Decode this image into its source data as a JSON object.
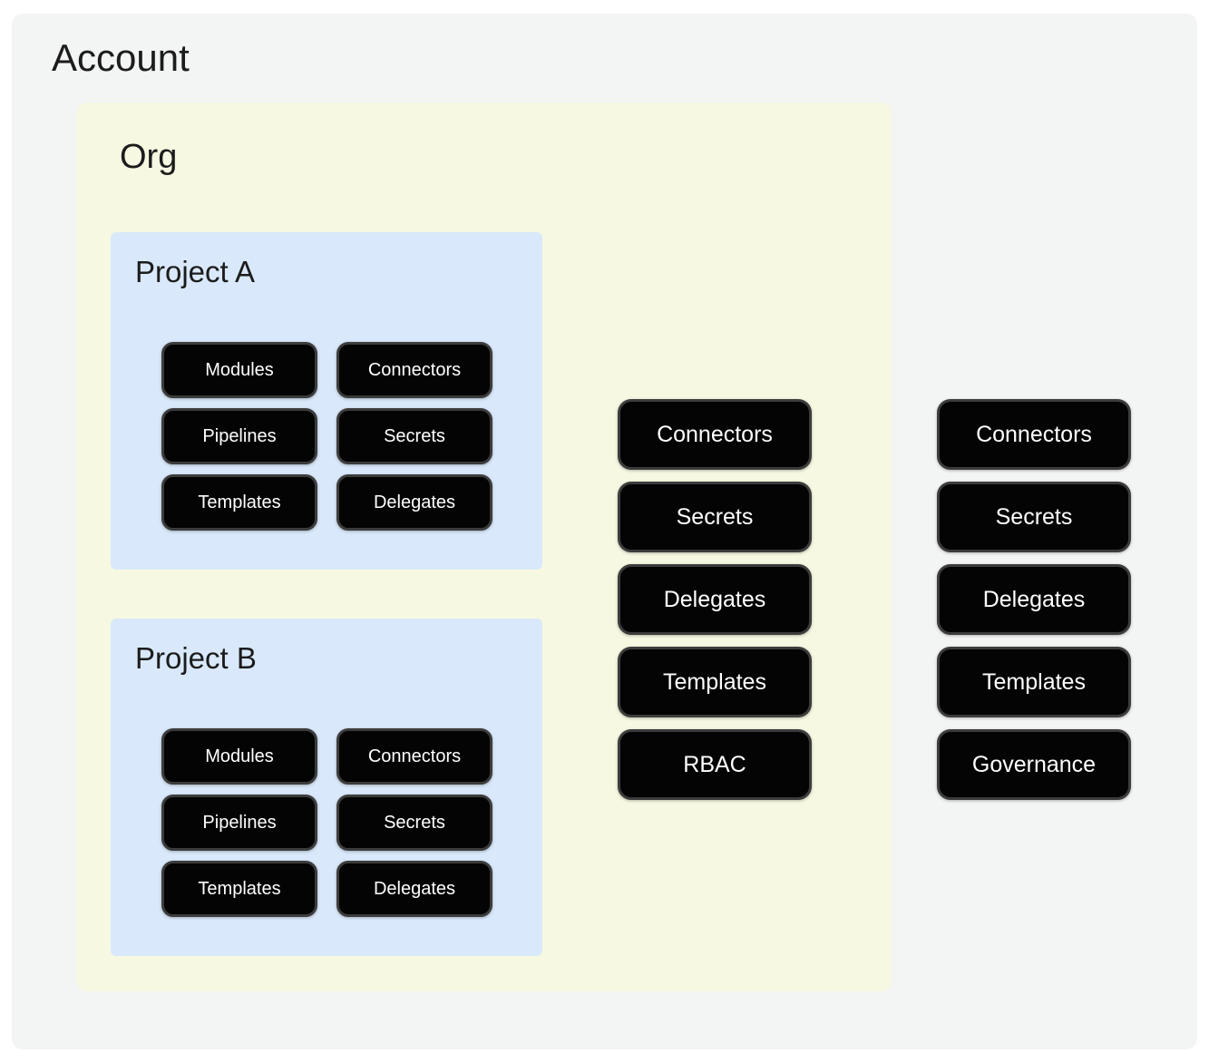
{
  "account": {
    "title": "Account",
    "pills": [
      "Connectors",
      "Secrets",
      "Delegates",
      "Templates",
      "Governance"
    ]
  },
  "org": {
    "title": "Org",
    "pills": [
      "Connectors",
      "Secrets",
      "Delegates",
      "Templates",
      "RBAC"
    ]
  },
  "projects": [
    {
      "title": "Project A",
      "pills": [
        "Modules",
        "Connectors",
        "Pipelines",
        "Secrets",
        "Templates",
        "Delegates"
      ]
    },
    {
      "title": "Project B",
      "pills": [
        "Modules",
        "Connectors",
        "Pipelines",
        "Secrets",
        "Templates",
        "Delegates"
      ]
    }
  ],
  "colors": {
    "page_bg": "#ffffff",
    "account_bg": "#f3f4f4",
    "org_bg": "#f7f8e2",
    "project_bg": "#d9e9fb",
    "pill_bg": "#040404",
    "pill_border": "#3c3c3c",
    "pill_text": "#ffffff",
    "title_text": "#1c1c1c"
  }
}
